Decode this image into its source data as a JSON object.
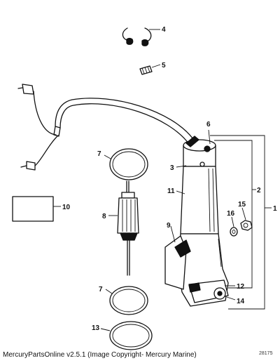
{
  "diagram": {
    "callouts": [
      "1",
      "2",
      "3",
      "4",
      "5",
      "6",
      "7",
      "7",
      "8",
      "9",
      "10",
      "11",
      "12",
      "13",
      "14",
      "15",
      "16"
    ],
    "parts": [
      {
        "name": "wire-clip-left"
      },
      {
        "name": "wire-clip-right"
      },
      {
        "name": "set-screw"
      },
      {
        "name": "wiring-harness"
      },
      {
        "name": "o-ring-upper"
      },
      {
        "name": "o-ring-lower"
      },
      {
        "name": "o-ring-13"
      },
      {
        "name": "armature"
      },
      {
        "name": "decal-10"
      },
      {
        "name": "motor-housing"
      },
      {
        "name": "end-cap"
      },
      {
        "name": "motor-base"
      }
    ]
  },
  "footer": {
    "credit": "MercuryPartsOnline v2.5.1 (Image Copyright- Mercury Marine)",
    "drawing_number": "28175"
  }
}
